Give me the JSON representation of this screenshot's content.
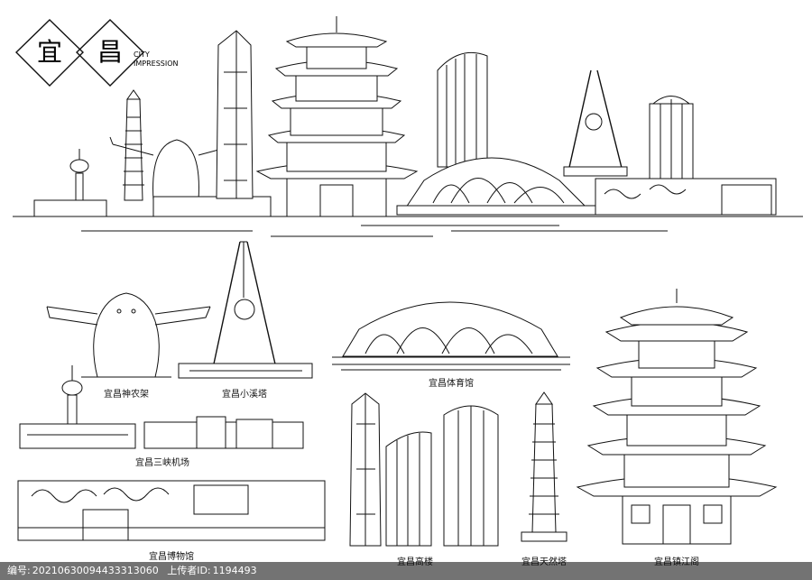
{
  "logo": {
    "glyph_1": "宜",
    "glyph_2": "昌",
    "line_1": "CITY",
    "line_2": "IMPRESSION"
  },
  "labels": {
    "shennongjia": "宜昌神农架",
    "xiaoxi_tower": "宜昌小溪塔",
    "stadium": "宜昌体育馆",
    "airport": "宜昌三峡机场",
    "museum": "宜昌博物馆",
    "high_rise": "宜昌高楼",
    "tianran_tower": "宜昌天然塔",
    "zhenjiang_pavilion": "宜昌镇江阁"
  },
  "footer": {
    "id_label": "编号:",
    "id_value": "20210630094433313060",
    "uploader_label": "上传者ID:",
    "uploader_value": "1194493"
  },
  "colors": {
    "line": "#111111",
    "background": "#ffffff",
    "footer_bg": "#555555"
  }
}
